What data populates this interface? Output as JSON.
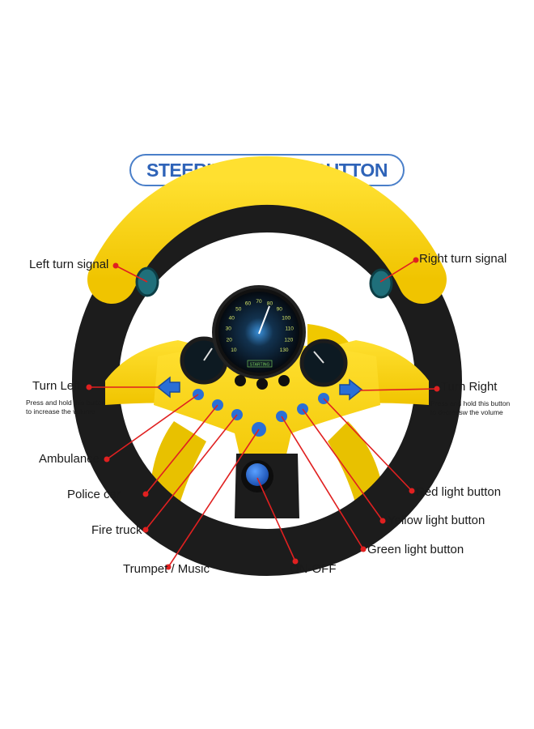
{
  "title": "STEERING WHEEL BUTTON",
  "speedometer": {
    "ticks": [
      "10",
      "20",
      "30",
      "40",
      "50",
      "60",
      "70",
      "80",
      "90",
      "100",
      "110",
      "120",
      "130"
    ],
    "badge": "STARTING"
  },
  "labels": {
    "left_turn_signal": "Left turn signal",
    "right_turn_signal": "Right turn signal",
    "turn_left": "Turn Left",
    "turn_left_note_1": "Press and hold this button",
    "turn_left_note_2": "to increase the volume",
    "turn_right": "Turn Right",
    "turn_right_note_1": "Press and hold this button",
    "turn_right_note_2": "to decreasw the volume",
    "ambulance": "Ambulance",
    "police_car": "Police car",
    "fire_truck": "Fire truck",
    "trumpet_music": "Trumpet / Music",
    "on_off": "ON-OFF",
    "green_light": "Green light button",
    "yellow_light": "Yellow light button",
    "red_light": "Red light button"
  },
  "colors": {
    "title_border": "#4a7fc9",
    "title_text": "#2e63b8",
    "wheel_yellow": "#f5d20f",
    "wheel_black": "#1c1c1c",
    "button_blue": "#2a6fd6",
    "leader_red": "#e02020"
  }
}
